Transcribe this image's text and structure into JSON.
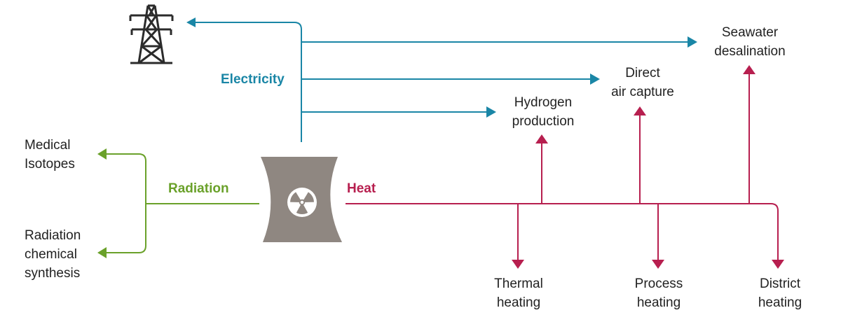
{
  "colors": {
    "electricity": "#1a86a6",
    "heat": "#b71f4f",
    "radiation": "#6aa12a",
    "plant": "#8f8781",
    "tower": "#2b2b2b",
    "text": "#222222"
  },
  "flows": {
    "electricity": "Electricity",
    "heat": "Heat",
    "radiation": "Radiation"
  },
  "outputs": {
    "seawater_desalination": "Seawater\ndesalination",
    "direct_air_capture": "Direct\nair capture",
    "hydrogen_production": "Hydrogen\nproduction",
    "medical_isotopes": "Medical\nIsotopes",
    "radiation_chemical_synthesis": "Radiation\nchemical\nsynthesis",
    "thermal_heating": "Thermal\nheating",
    "process_heating": "Process\nheating",
    "district_heating": "District\nheating"
  },
  "icons": {
    "plant": "nuclear-cooling-tower-icon",
    "pylon": "transmission-tower-icon",
    "trefoil": "radiation-trefoil-icon"
  }
}
